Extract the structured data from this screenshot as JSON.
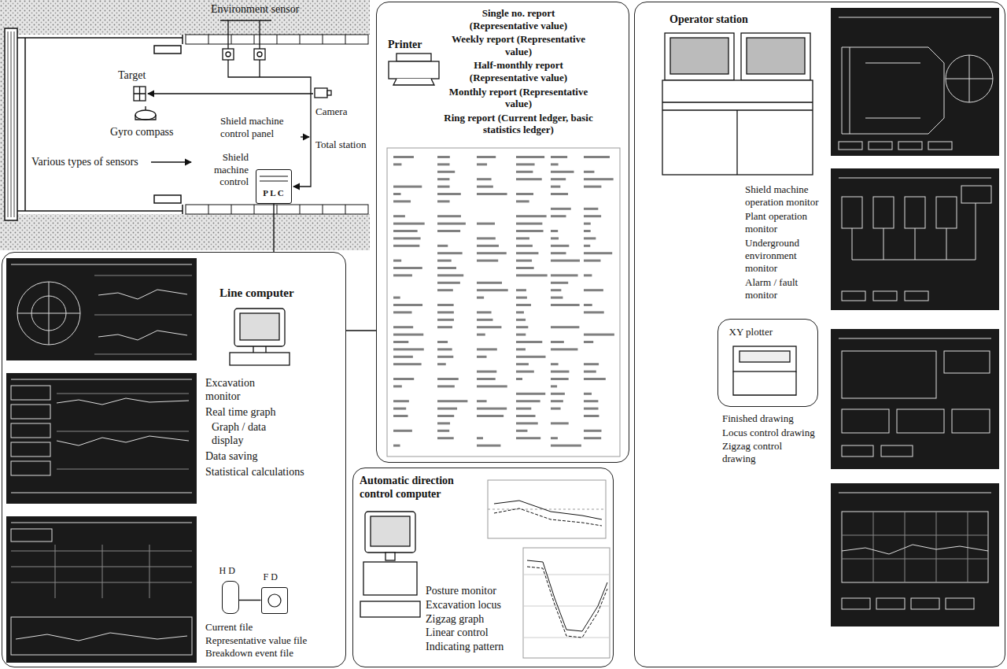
{
  "diagram": {
    "nodes": [
      {
        "text": [
          "Shield machine control",
          "P L C"
        ]
      },
      {
        "text": [
          "Printer",
          "Single no. report (Representative value)",
          "Weekly report (Representative value)",
          "Half-monthly report (Representative value)",
          "Monthly report (Representative value)",
          "Ring report (Current ledger, basic statistics ledger)"
        ]
      },
      {
        "text": [
          "Operator station",
          "Shield machine operation monitor",
          "Plant operation monitor",
          "Underground environment monitor",
          "Alarm / fault monitor"
        ]
      },
      {
        "text": [
          "XY plotter"
        ],
        "in": 2
      },
      {
        "text": [
          "Line computer",
          "Excavation monitor",
          "Real time graph",
          "Graph / data display",
          "Data saving",
          "Statistical calculations",
          "Current file",
          "Representative value file",
          "Breakdown event file"
        ]
      },
      {
        "text": [
          "H D"
        ],
        "in": 4
      },
      {
        "text": [
          "F D"
        ],
        "in": 4
      },
      {
        "text": [
          "Automatic direction control computer",
          "Posture monitor",
          "Excavation locus",
          "Zigzag graph",
          "Linear control",
          "Indicating pattern"
        ]
      }
    ],
    "edges": [
      {
        "from": 0,
        "to": 4,
        "arrow": "none"
      },
      {
        "from": 4,
        "to": 1,
        "arrow": "none"
      },
      {
        "from": 5,
        "to": 6,
        "arrow": "none"
      }
    ],
    "labels": [
      "Environment sensor",
      "Target",
      "Camera",
      "Gyro compass",
      "Shield machine control panel",
      "Total station",
      "Various types of sensors",
      "Finished drawing",
      "Locus control drawing",
      "Zigzag control drawing"
    ]
  }
}
